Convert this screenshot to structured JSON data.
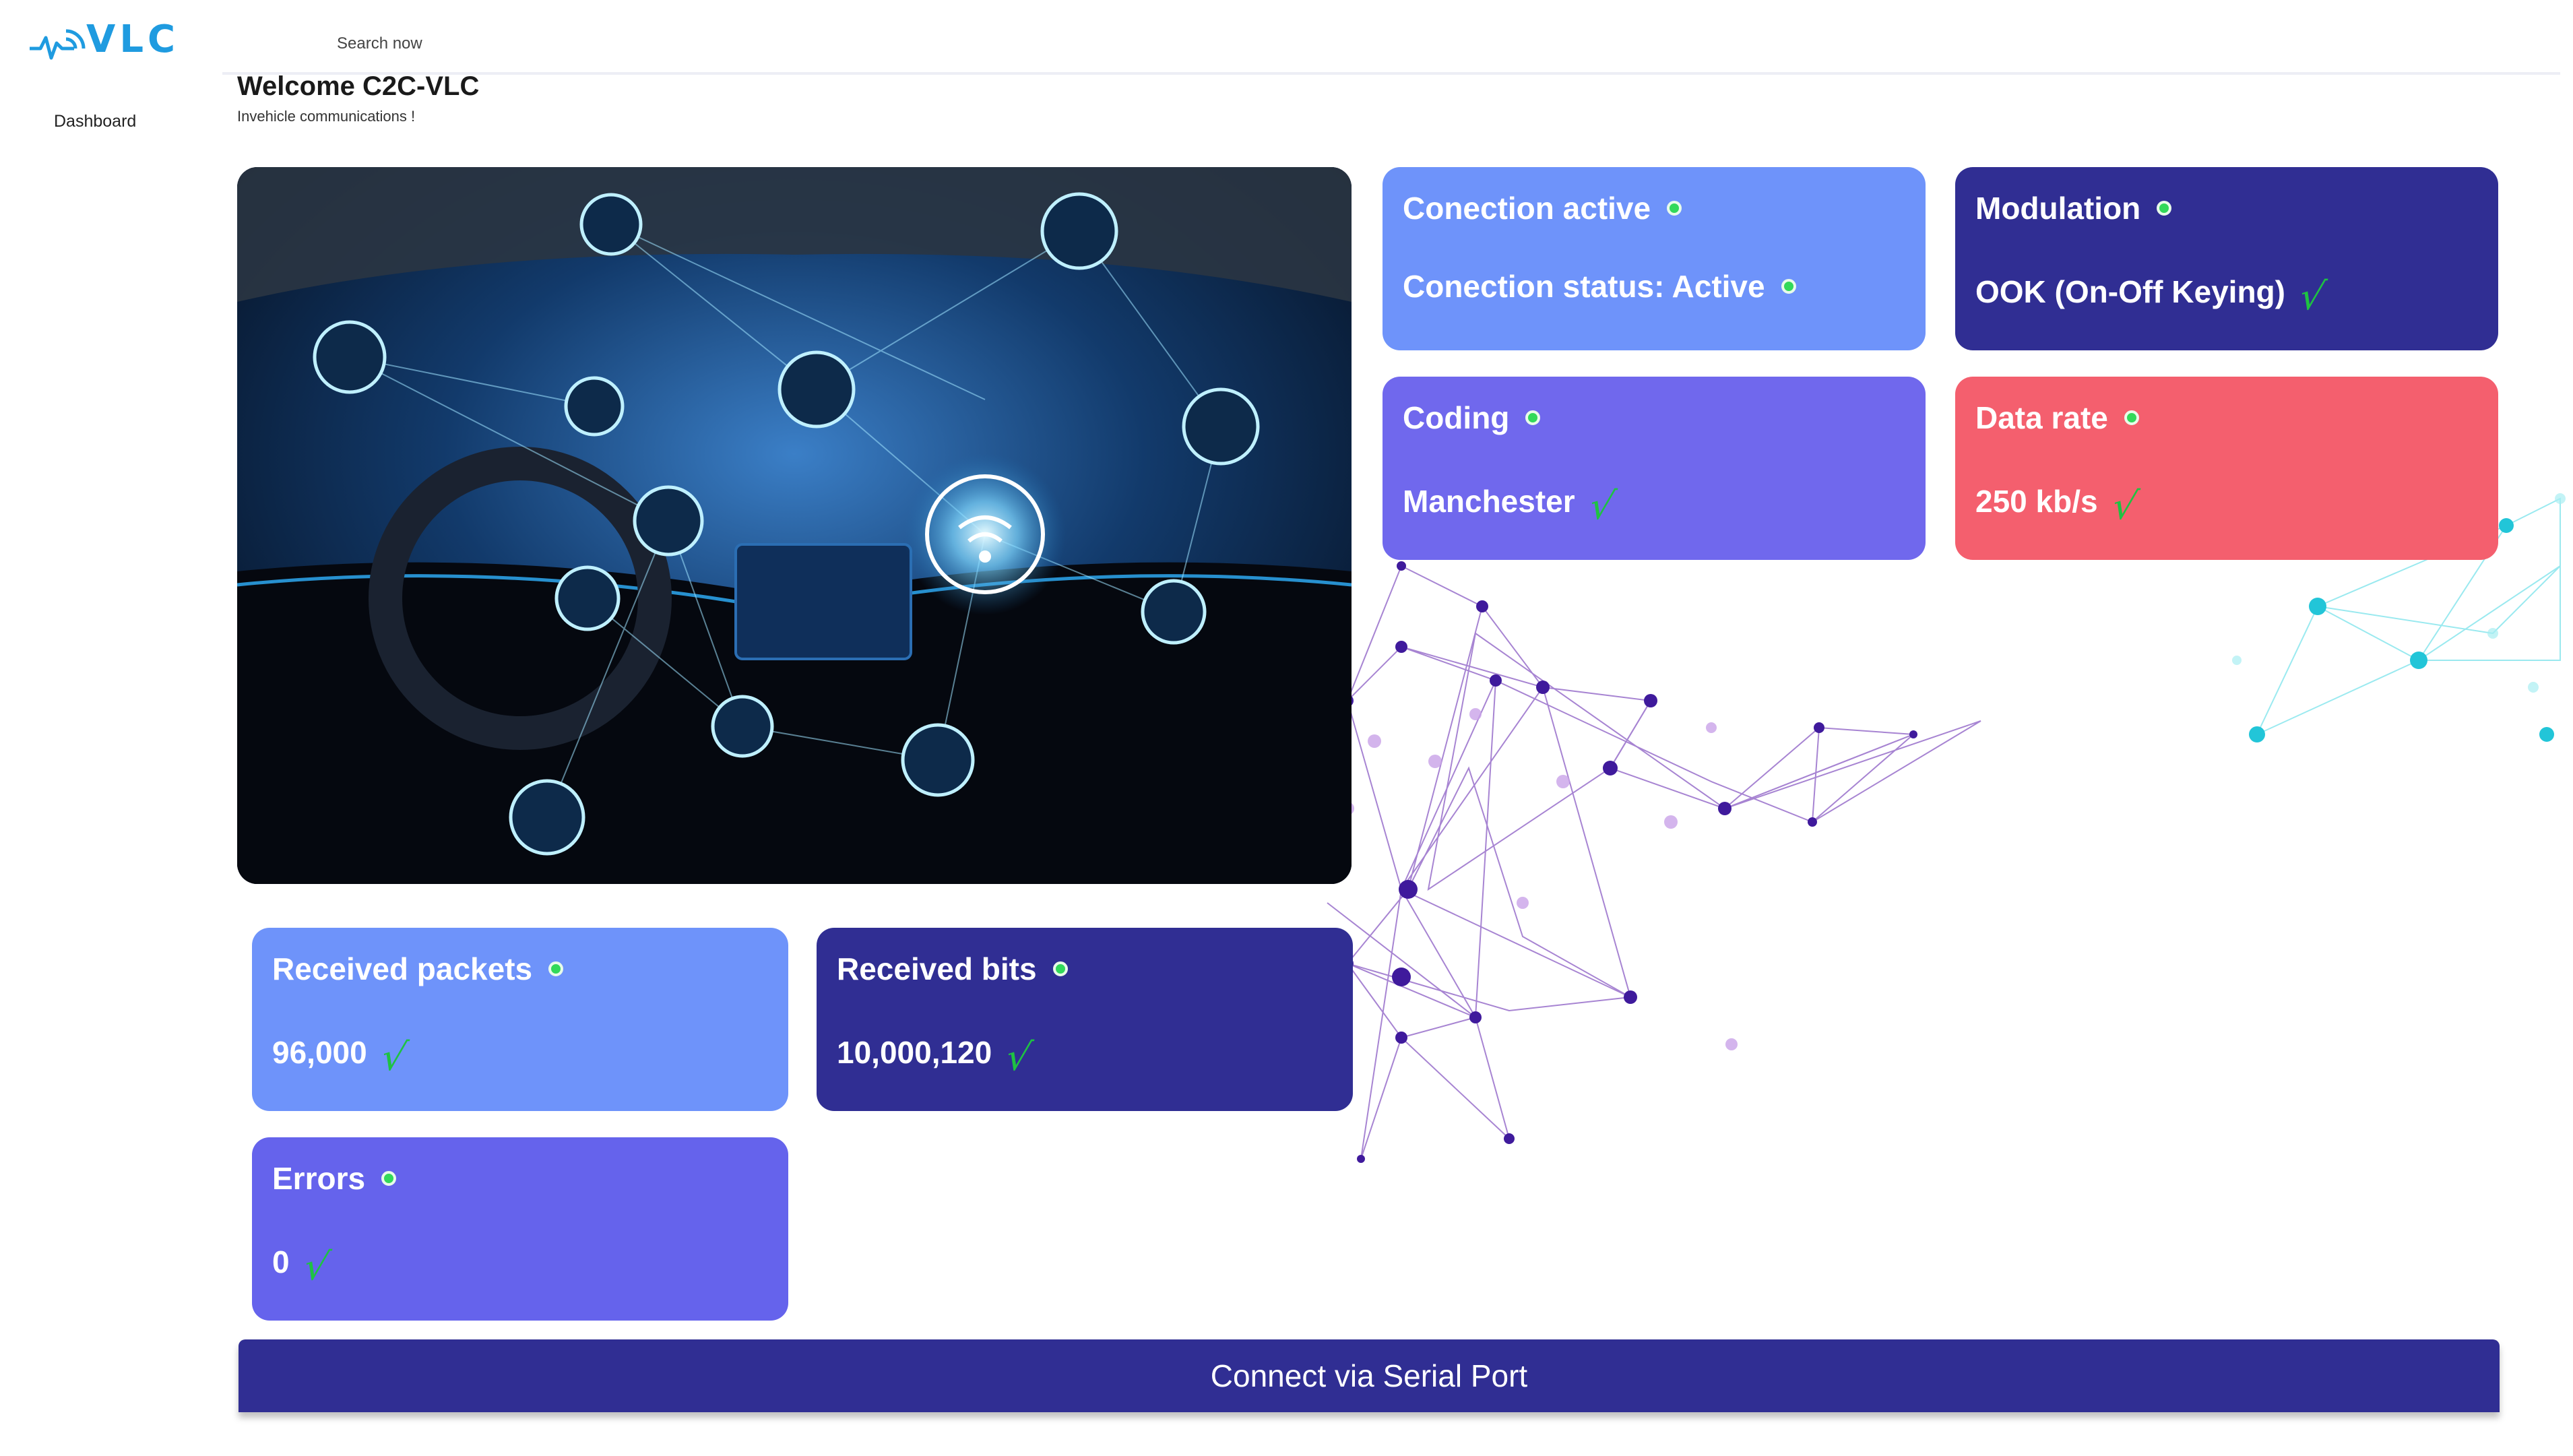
{
  "app": {
    "logo_text": "VLC",
    "logo_icon": "wave-signal-icon"
  },
  "header": {
    "search_placeholder": "Search now"
  },
  "sidebar": {
    "items": [
      {
        "label": "Dashboard"
      }
    ]
  },
  "welcome": {
    "title": "Welcome C2C-VLC",
    "subtitle": "Invehicle communications !"
  },
  "hero": {
    "image": "connected-car-dashboard-illustration"
  },
  "cards": {
    "connection": {
      "title": "Conection active",
      "value": "Conection status: Active",
      "color": "#6e93fa"
    },
    "modulation": {
      "title": "Modulation",
      "value": "OOK (On-Off Keying)",
      "color": "#302e93"
    },
    "coding": {
      "title": "Coding",
      "value": "Manchester",
      "color": "#7068ed"
    },
    "data_rate": {
      "title": "Data rate",
      "value": "250 kb/s",
      "color": "#f45f6e"
    },
    "received_packets": {
      "title": "Received packets",
      "value": "96,000",
      "color": "#6e93fa"
    },
    "received_bits": {
      "title": "Received bits",
      "value": "10,000,120",
      "color": "#302e93"
    },
    "errors": {
      "title": "Errors",
      "value": "0",
      "color": "#6563ec"
    }
  },
  "status_colors": {
    "ok_dot": "#32d95a",
    "check": "#1ec242"
  },
  "actions": {
    "connect_label": "Connect via Serial Port"
  }
}
